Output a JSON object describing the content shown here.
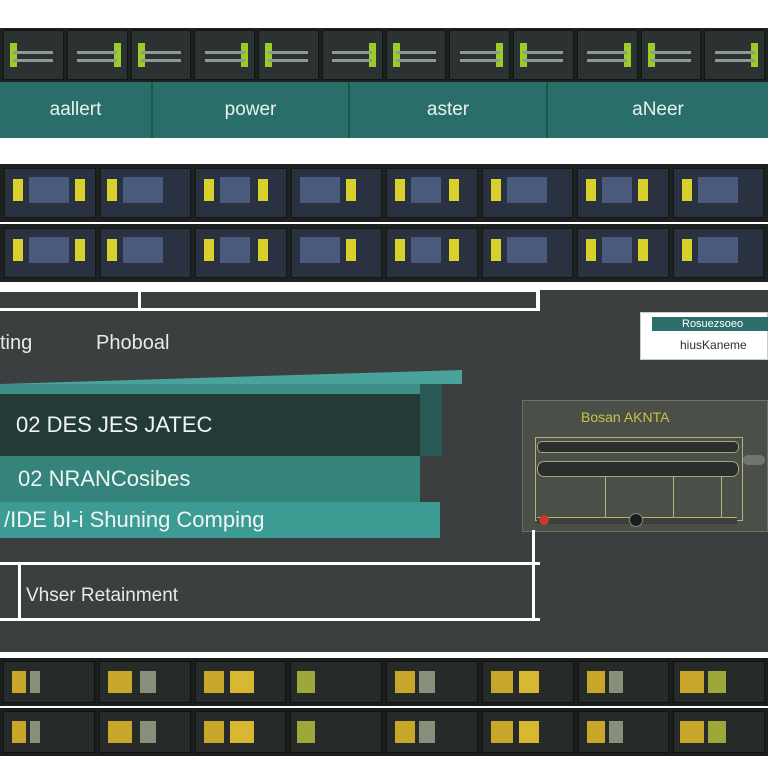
{
  "header_labels": [
    "aallert",
    "power",
    "aster",
    "aNeer"
  ],
  "section": {
    "left_label": "ting",
    "right_label": "Phoboal"
  },
  "stack": {
    "layer_top": "02 DES JES JATEC",
    "layer_mid": "02 NRANCosibes",
    "layer_bottom": "/IDE bI-i Shuning Comping"
  },
  "callout": {
    "badge": "Rosuezsoeo",
    "caption": "hiusKaneme"
  },
  "card": {
    "title": "Bosan AKNTA"
  },
  "retainment_label": "Vhser Retainment",
  "colors": {
    "teal": "#2a6e6a",
    "green_led": "#9ccc2a",
    "yellow": "#d8d12c",
    "dark": "#1b211f"
  }
}
